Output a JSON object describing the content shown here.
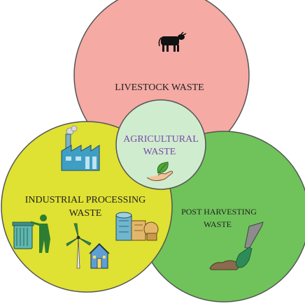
{
  "diagram": {
    "center": {
      "line1": "AGRICULTURAL",
      "line2": "WASTE"
    },
    "circles": {
      "livestock": {
        "label": "LIVESTOCK WASTE"
      },
      "industrial": {
        "line1": "INDUSTRIAL PROCESSING",
        "line2": "WASTE"
      },
      "post_harvesting": {
        "line1": "POST HARVESTING",
        "line2": "WASTE"
      }
    }
  },
  "colors": {
    "livestock_fill": "#f5aaa4",
    "industrial_fill": "#dfe133",
    "post_harvest_fill": "#6fc35a",
    "center_fill": "#cfeccf",
    "center_text": "#7a4aa8",
    "outline": "#555555"
  },
  "icons": {
    "livestock": "cow-icon",
    "industrial_top": "factory-icon",
    "industrial_bottom": [
      "recycle-person-icon",
      "wind-turbine-icon",
      "house-icon",
      "industrial-plant-icon"
    ],
    "post_harvesting": "shovel-soil-icon",
    "center": "leaf-hand-icon"
  }
}
